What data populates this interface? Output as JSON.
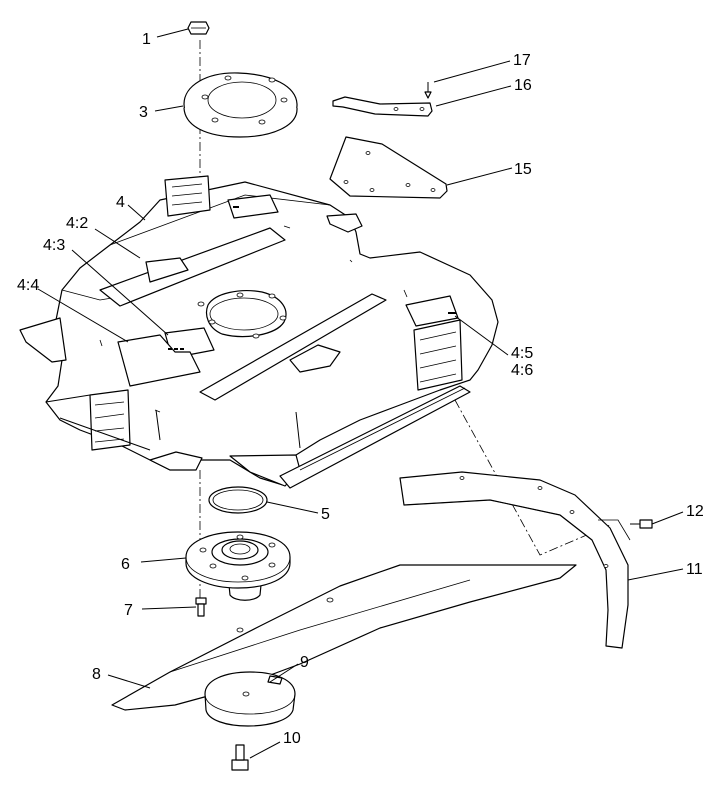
{
  "diagram": {
    "callouts": {
      "c1": "1",
      "c3": "3",
      "c4": "4",
      "c4_2": "4:2",
      "c4_3": "4:3",
      "c4_4": "4:4",
      "c4_5": "4:5",
      "c4_6": "4:6",
      "c5": "5",
      "c6": "6",
      "c7": "7",
      "c8": "8",
      "c9": "9",
      "c10": "10",
      "c11": "11",
      "c12": "12",
      "c15": "15",
      "c16": "16",
      "c17": "17"
    }
  }
}
